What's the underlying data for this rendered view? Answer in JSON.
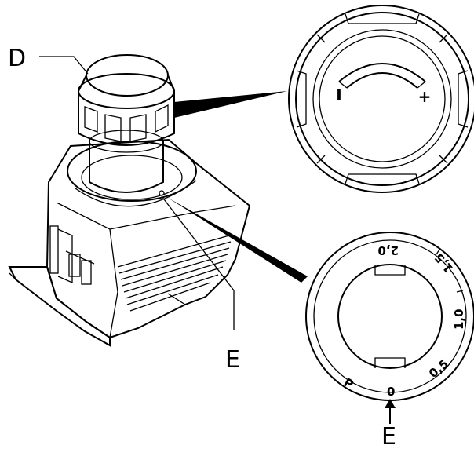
{
  "labels": {
    "top_left": "D",
    "middle": "E",
    "bottom": "E"
  },
  "knob_detail": {
    "minus": "I",
    "plus": "+"
  },
  "ring_scale": {
    "marks": [
      "P",
      "0",
      "0,5",
      "1,0",
      "1,5",
      "2,0"
    ]
  }
}
